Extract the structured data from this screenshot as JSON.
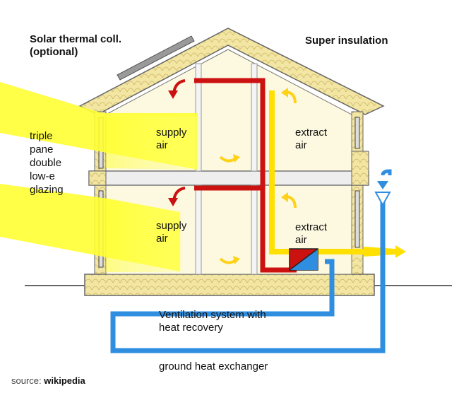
{
  "labels": {
    "solar_line1": "Solar thermal coll.",
    "solar_line2": "(optional)",
    "super_insulation": "Super insulation",
    "glazing_line1": "triple",
    "glazing_line2": "pane",
    "glazing_line3": "double",
    "glazing_line4": "low-e",
    "glazing_line5": "glazing",
    "supply_upper_1": "supply",
    "supply_upper_2": "air",
    "supply_lower_1": "supply",
    "supply_lower_2": "air",
    "extract_upper_1": "extract",
    "extract_upper_2": "air",
    "extract_lower_1": "extract",
    "extract_lower_2": "air",
    "ventilation_line1": "Ventilation system with",
    "ventilation_line2": "heat recovery",
    "ground_heat": "ground heat exchanger",
    "source_prefix": "source: ",
    "source_name": "wikipedia"
  },
  "colors": {
    "insulation": "#f3e6a2",
    "wall_outline": "#555555",
    "interior": "#fdf9e0",
    "sunlight": "#ffff33",
    "supply_duct": "#cc1111",
    "extract_duct": "#ffe000",
    "ground_duct": "#2f8ee0",
    "roof_panel": "#9a9a9a"
  },
  "icons": {
    "heat_exchanger": "heat-exchanger-icon",
    "air_flow": "curved-arrow-icon",
    "fresh_air_intake": "down-arrow-icon"
  }
}
